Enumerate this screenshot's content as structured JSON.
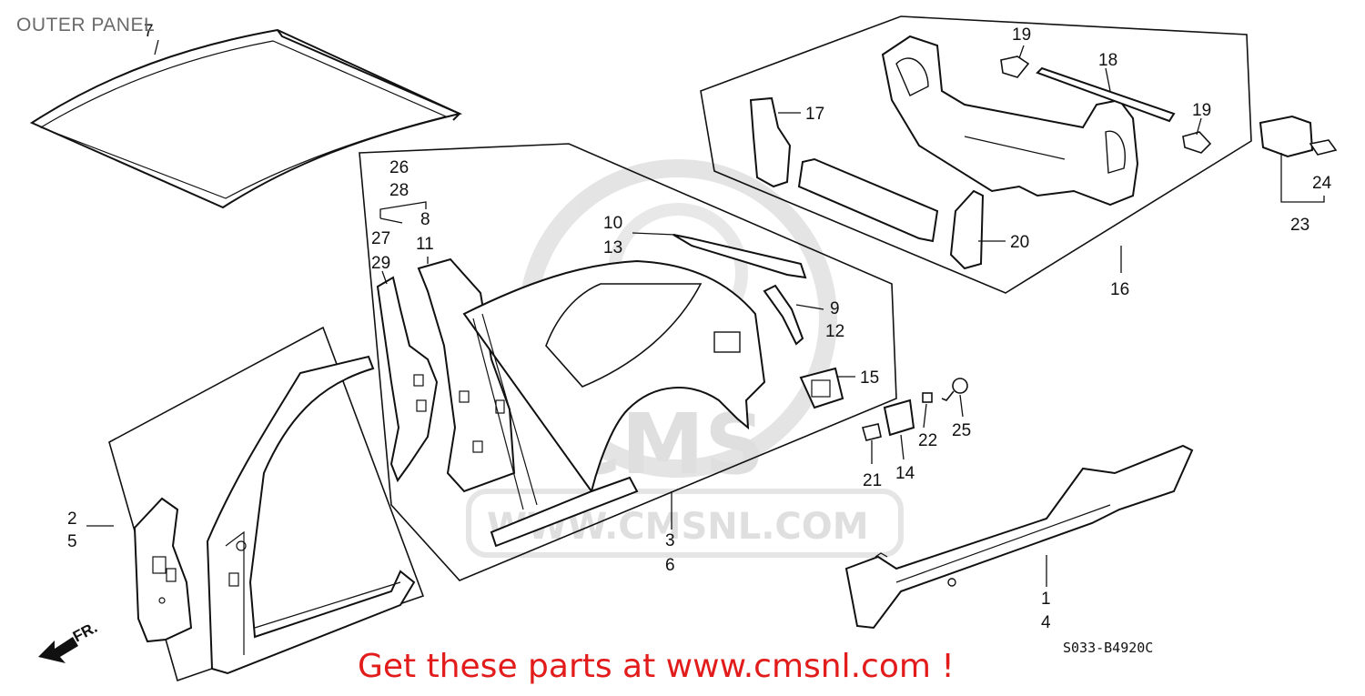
{
  "diagram": {
    "title": "OUTER PANEL",
    "watermark": {
      "logo_text": "CMS",
      "url_text": "WWW.CMSNL.COM"
    },
    "promo_text": "Get these parts at www.cmsnl.com !",
    "part_code": "S033-B4920C",
    "front_indicator": "FR.",
    "callouts": {
      "c7": "7",
      "c26": "26",
      "c28": "28",
      "c8": "8",
      "c27": "27",
      "c11": "11",
      "c29": "29",
      "c10": "10",
      "c13": "13",
      "c9": "9",
      "c12": "12",
      "c15": "15",
      "c17": "17",
      "c19a": "19",
      "c18": "18",
      "c19b": "19",
      "c20": "20",
      "c16": "16",
      "c23": "23",
      "c24": "24",
      "c22": "22",
      "c25": "25",
      "c21": "21",
      "c14": "14",
      "c2": "2",
      "c5": "5",
      "c3": "3",
      "c6": "6",
      "c1": "1",
      "c4": "4"
    }
  }
}
